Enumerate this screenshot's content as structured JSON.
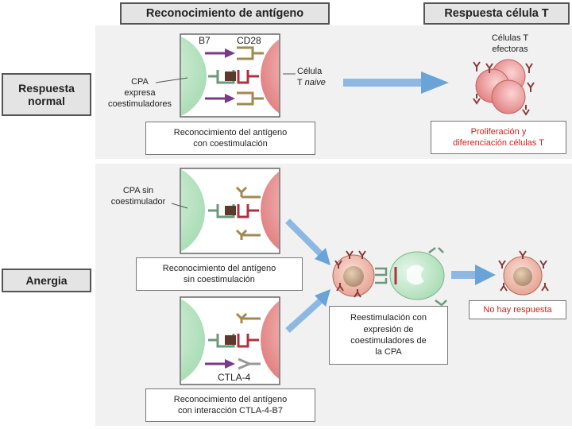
{
  "headers": {
    "recognition": "Reconocimiento de antígeno",
    "response": "Respuesta célula T"
  },
  "rows": {
    "normal": "Respuesta\nnormal",
    "anergy": "Anergia"
  },
  "labels": {
    "b7": "B7",
    "cd28": "CD28",
    "apc_expresses_l1": "CPA",
    "apc_expresses_l2": "expresa",
    "apc_expresses_l3": "coestimuladores",
    "tcell_l1": "Célula",
    "tcell_l2": "T ",
    "tcell_naive": "naive",
    "effector_l1": "Células T",
    "effector_l2": "efectoras",
    "apc_without_l1": "CPA sin",
    "apc_without_l2": "coestimulador",
    "ctla4": "CTLA-4"
  },
  "captions": {
    "costim_l1": "Reconocimiento del antígeno",
    "costim_l2": "con coestimulación",
    "no_costim_l1": "Reconocimiento del antígeno",
    "no_costim_l2": "sin coestimulación",
    "ctla_l1": "Reconocimiento del antígeno",
    "ctla_l2": "con interacción CTLA-4-B7",
    "restim_l1": "Reestimulación con",
    "restim_l2": "expresión de",
    "restim_l3": "coestimuladores de",
    "restim_l4": "la CPA"
  },
  "outcomes": {
    "prolif_l1": "Proliferación y",
    "prolif_l2": "diferenciación células T",
    "no_response": "No hay respuesta"
  },
  "colors": {
    "apc": "#a8dcb4",
    "tcell": "#e88282",
    "arrow": "#6aa3d8",
    "outcome_text": "#d42020",
    "costim": "#7a3a8a"
  }
}
